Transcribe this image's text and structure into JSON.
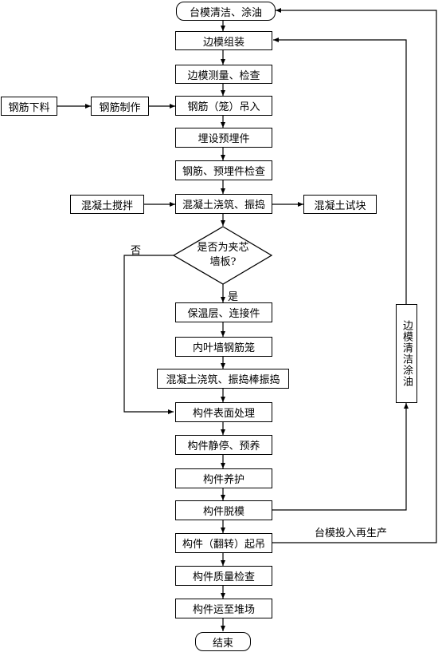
{
  "steps": {
    "s1": "台模清洁、涂油",
    "s2": "边模组装",
    "s3": "边模测量、检查",
    "s4": "钢筋（笼）吊入",
    "s5": "埋设预埋件",
    "s6": "钢筋、预埋件检查",
    "s7": "混凝土浇筑、振捣",
    "s9": "保温层、连接件",
    "s10": "内叶墙钢筋笼",
    "s11": "混凝土浇筑、振捣棒振捣",
    "s12": "构件表面处理",
    "s13": "构件静停、预养",
    "s14": "构件养护",
    "s15": "构件脱模",
    "s16": "构件（翻转）起吊",
    "s17": "构件质量检查",
    "s18": "构件运至堆场",
    "end": "结束"
  },
  "side": {
    "rebar_cut": "钢筋下料",
    "rebar_make": "钢筋制作",
    "concrete_mix": "混凝土搅拌",
    "concrete_test": "混凝土试块",
    "edge_clean": "边模清洁涂油"
  },
  "decision": {
    "line1": "是否为夹芯",
    "line2": "墙板?",
    "yes": "是",
    "no": "否"
  },
  "notes": {
    "reuse": "台模投入再生产"
  }
}
